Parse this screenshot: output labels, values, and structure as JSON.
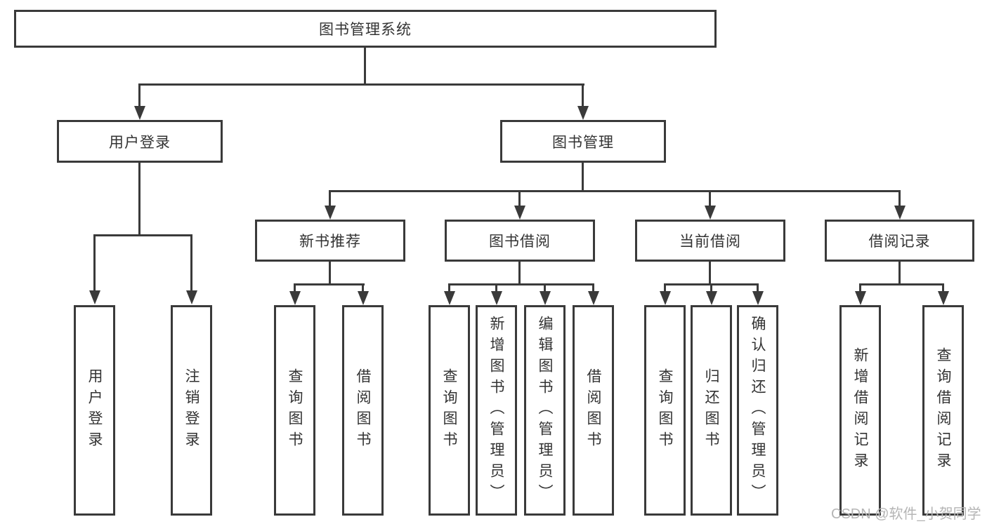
{
  "root_label": "图书管理系统",
  "branches": [
    "用户登录",
    "图书管理"
  ],
  "sections": [
    "新书推荐",
    "图书借阅",
    "当前借阅",
    "借阅记录"
  ],
  "leaf_groups": [
    {
      "items": [
        "用户登录",
        "注销登录"
      ]
    },
    {
      "items": [
        "查询图书",
        "借阅图书"
      ]
    },
    {
      "items": [
        "查询图书",
        "新增图书（管理员）",
        "编辑图书（管理员）",
        "借阅图书"
      ]
    },
    {
      "items": [
        "查询图书",
        "归还图书",
        "确认归还（管理员）"
      ]
    },
    {
      "items": [
        "新增借阅记录",
        "查询借阅记录"
      ]
    }
  ],
  "watermark": "CSDN @软件_小贺同学",
  "colors": {
    "line": "#3a3a3a",
    "text": "#333333",
    "bg": "#ffffff",
    "watermark": "#b5b5b5"
  }
}
